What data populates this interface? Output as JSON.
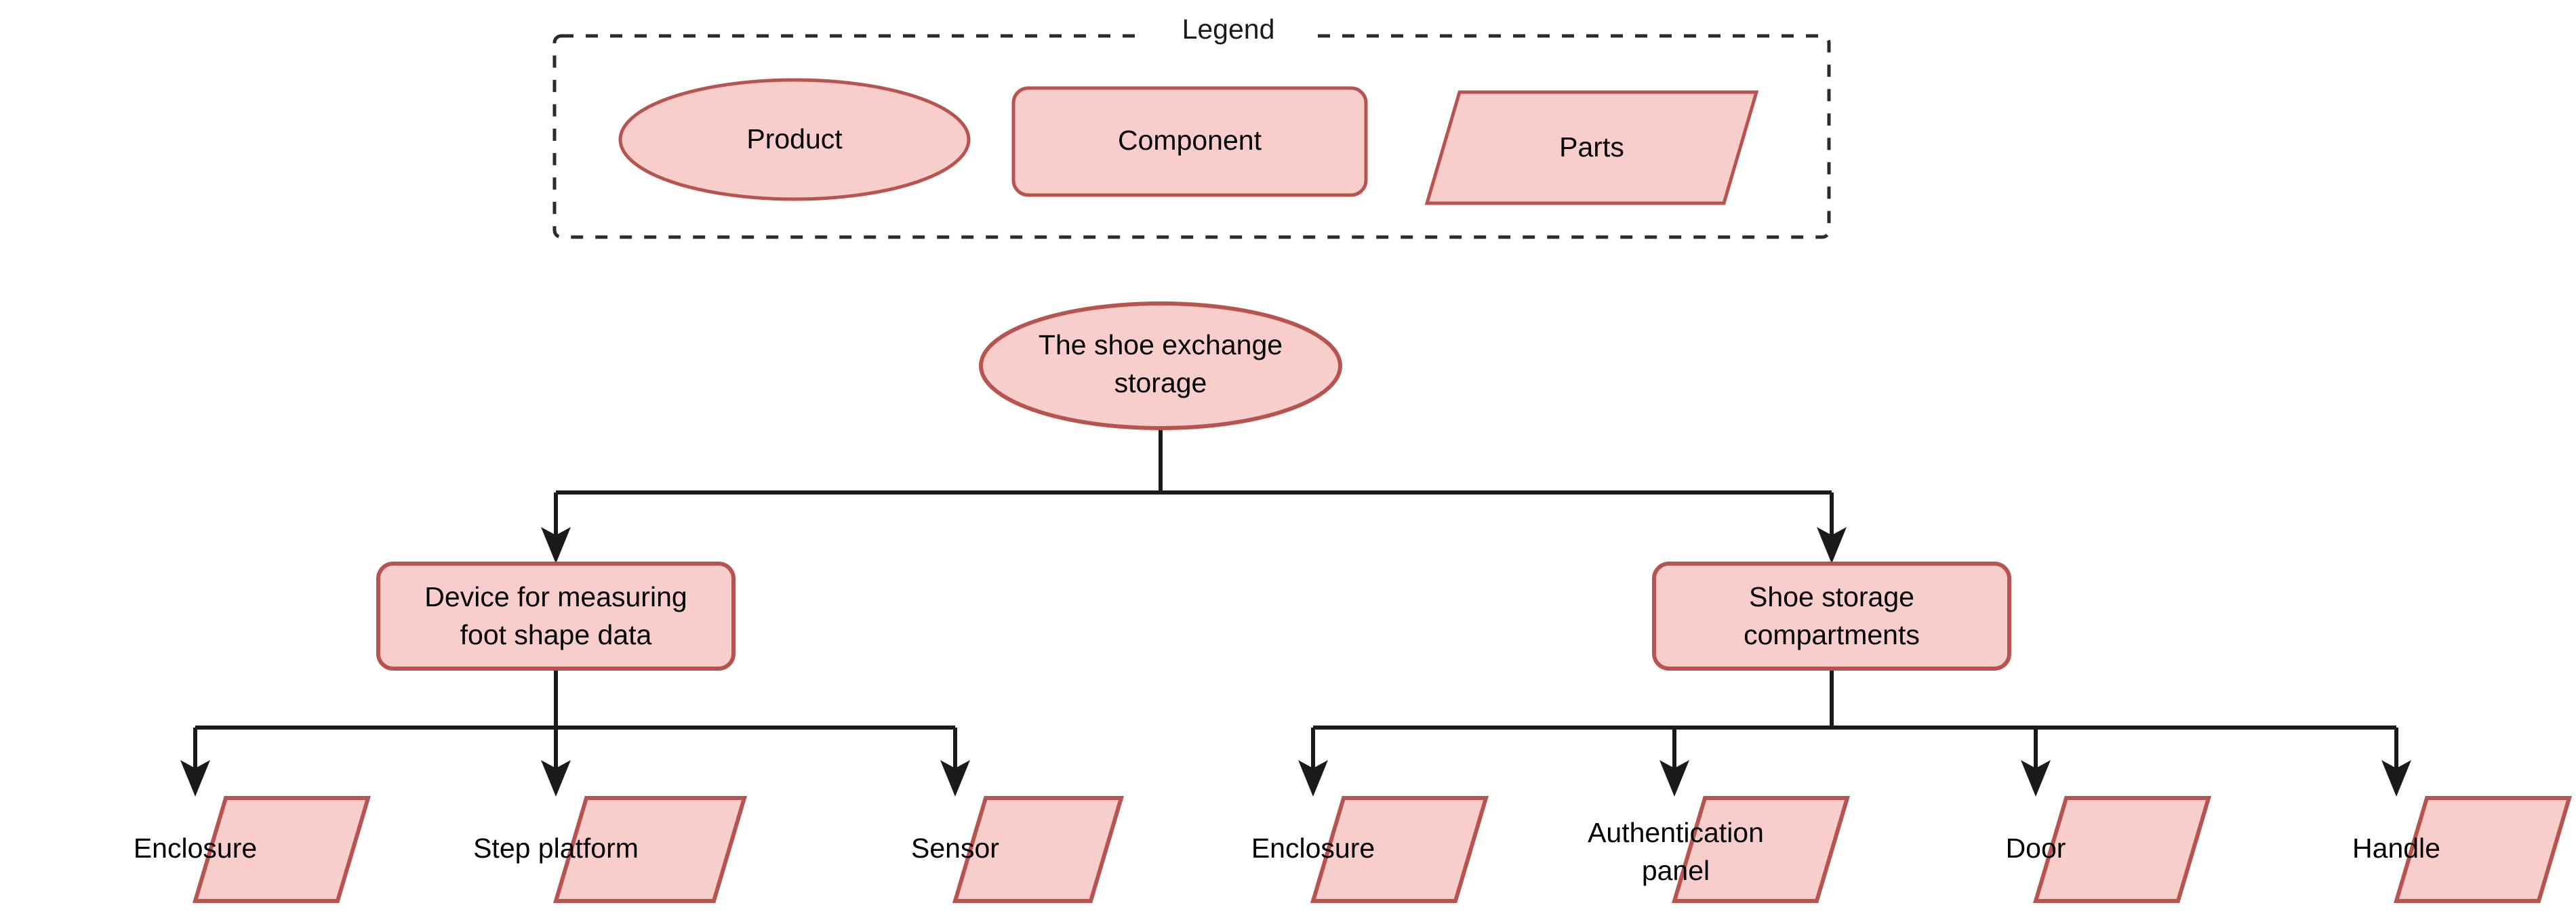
{
  "diagram": {
    "type": "product-structure-tree",
    "background_color": "#ffffff",
    "shape_fill_color": "#f8cecc",
    "shape_stroke_color": "#b85450",
    "edge_color": "#1a1a1a",
    "legend_frame_color": "#2b2b2b",
    "text_color": "#000000"
  },
  "legend": {
    "title": "Legend",
    "items": [
      {
        "shape": "ellipse",
        "label": "Product"
      },
      {
        "shape": "rounded-rectangle",
        "label": "Component"
      },
      {
        "shape": "parallelogram",
        "label": "Parts"
      }
    ]
  },
  "tree": {
    "root": {
      "shape": "ellipse",
      "label_line1": "The shoe exchange",
      "label_line2": "storage"
    },
    "components": [
      {
        "id": "device-measuring-foot-shape",
        "shape": "rounded-rectangle",
        "label_line1": "Device for measuring",
        "label_line2": "foot shape data",
        "parts": [
          {
            "id": "enclosure-device",
            "label_line1": "Enclosure",
            "label_line2": ""
          },
          {
            "id": "step-platform",
            "label_line1": "Step platform",
            "label_line2": ""
          },
          {
            "id": "sensor",
            "label_line1": "Sensor",
            "label_line2": ""
          }
        ]
      },
      {
        "id": "shoe-storage-compartments",
        "shape": "rounded-rectangle",
        "label_line1": "Shoe storage",
        "label_line2": "compartments",
        "parts": [
          {
            "id": "enclosure-storage",
            "label_line1": "Enclosure",
            "label_line2": ""
          },
          {
            "id": "authentication-panel",
            "label_line1": "Authentication",
            "label_line2": "panel"
          },
          {
            "id": "door",
            "label_line1": "Door",
            "label_line2": ""
          },
          {
            "id": "handle",
            "label_line1": "Handle",
            "label_line2": ""
          }
        ]
      }
    ]
  }
}
